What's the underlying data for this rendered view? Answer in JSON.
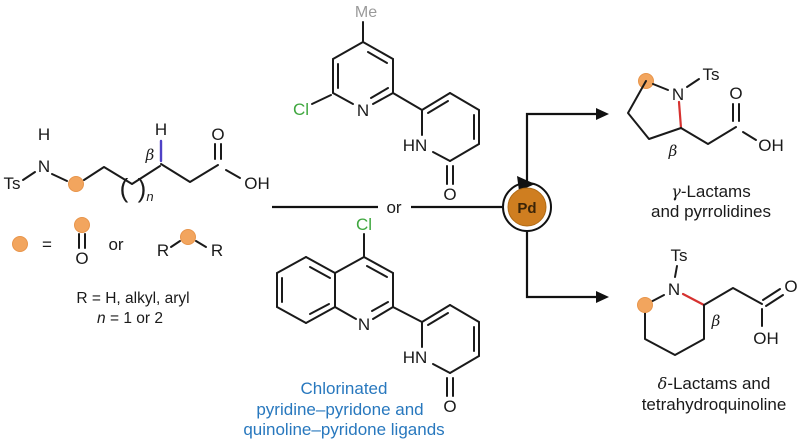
{
  "substrate": {
    "ts": "Ts",
    "nh": "H",
    "n": "N",
    "open_paren": "(",
    "close_paren": ")",
    "n_sub": "n",
    "beta": "β",
    "beta_h": "H",
    "o": "O",
    "oh": "OH"
  },
  "legend": {
    "eq": "=",
    "o": "O",
    "or": "or",
    "r1": "R",
    "r2": "R",
    "r_def": "R = H, alkyl, aryl",
    "n_var": "n",
    "n_def": " = 1 or 2"
  },
  "ligands": {
    "top": {
      "me": "Me",
      "cl": "Cl",
      "n": "N",
      "hn": "HN",
      "o": "O"
    },
    "or": "or",
    "bottom": {
      "cl": "Cl",
      "n": "N",
      "hn": "HN",
      "o": "O"
    },
    "caption": [
      "Chlorinated",
      "pyridine–pyridone and",
      "quinoline–pyridone ligands"
    ]
  },
  "catalyst": {
    "label": "Pd"
  },
  "products": {
    "top": {
      "ts": "Ts",
      "n": "N",
      "beta": "β",
      "o": "O",
      "oh": "OH",
      "caption_greek": "γ",
      "caption_rest": "-Lactams",
      "caption_line2": "and pyrrolidines"
    },
    "bottom": {
      "ts": "Ts",
      "n": "N",
      "beta": "β",
      "o": "O",
      "oh": "OH",
      "caption_greek": "δ",
      "caption_rest": "-Lactams and",
      "caption_line2": "tetrahydroquinoline"
    }
  },
  "colors": {
    "bond_black": "#1a1a1a",
    "orange_marker": "#f2a55e",
    "pd_fill": "#cf7e20",
    "chlorine_green": "#3fa73f",
    "methyl_gray": "#9a9a9a",
    "beta_bond_blue": "#4f42c6",
    "new_bond_red": "#d63230",
    "caption_blue": "#2878be"
  }
}
